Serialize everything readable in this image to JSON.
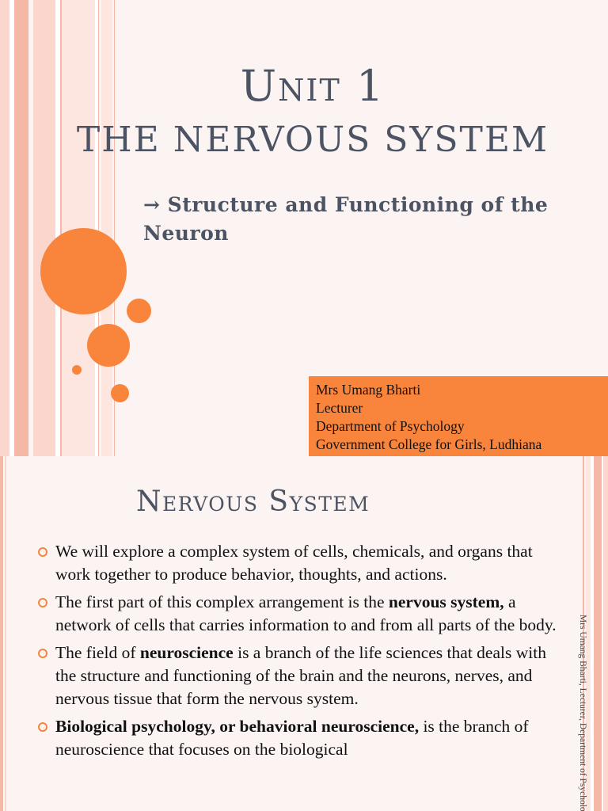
{
  "slide1": {
    "title_main": "Unit 1",
    "title_sub": "THE NERVOUS SYSTEM",
    "subtitle_arrow": "→",
    "subtitle_text": " Structure and Functioning of the Neuron",
    "author": {
      "name": "Mrs Umang Bharti",
      "role": "Lecturer",
      "department": "Department of Psychology",
      "college": "Government College for Girls, Ludhiana"
    }
  },
  "slide2": {
    "title": "Nervous System",
    "bullets": {
      "b1": {
        "text": "We will explore a complex system of cells, chemicals, and organs that work together to produce behavior, thoughts, and actions."
      },
      "b2": {
        "pre": "The first part of this complex arrangement is the ",
        "bold": "nervous system,",
        "post": " a network of cells that carries information to and from all parts of the body."
      },
      "b3": {
        "pre": "The field of ",
        "bold": "neuroscience",
        "post": " is a branch of the life sciences that deals with the structure and functioning of the brain and the neurons, nerves, and nervous tissue that form the nervous system."
      },
      "b4": {
        "bold": "Biological psychology, or behavioral neuroscience,",
        "post": " is the branch of neuroscience that focuses on the biological"
      }
    },
    "side_note": "Mrs Umang Bharti, Lecturer, Department of Psychology"
  },
  "colors": {
    "accent_orange": "#f9843c",
    "title_gray": "#4c5363",
    "stripe_pink": "#f6b8a6",
    "background": "#fbf4f2"
  }
}
